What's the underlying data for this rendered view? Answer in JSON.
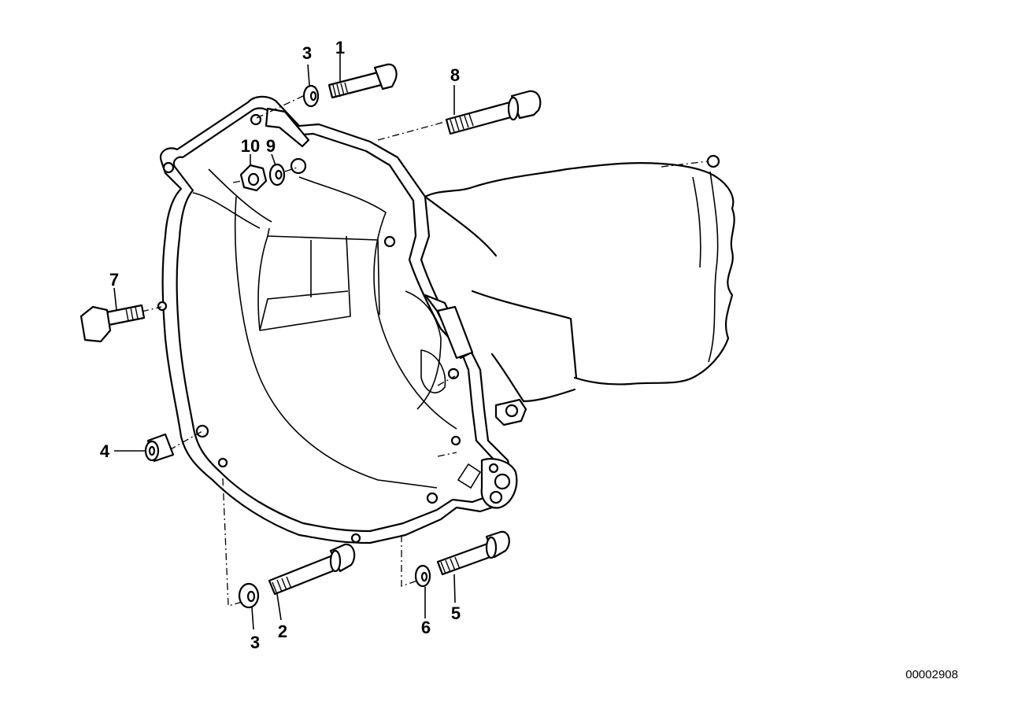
{
  "diagram": {
    "reference_number": "00002908",
    "part_labels": {
      "p1": "1",
      "p2": "2",
      "p3_top": "3",
      "p3_bottom": "3",
      "p4": "4",
      "p5": "5",
      "p6": "6",
      "p7": "7",
      "p8": "8",
      "p9": "9",
      "p10": "10"
    }
  }
}
